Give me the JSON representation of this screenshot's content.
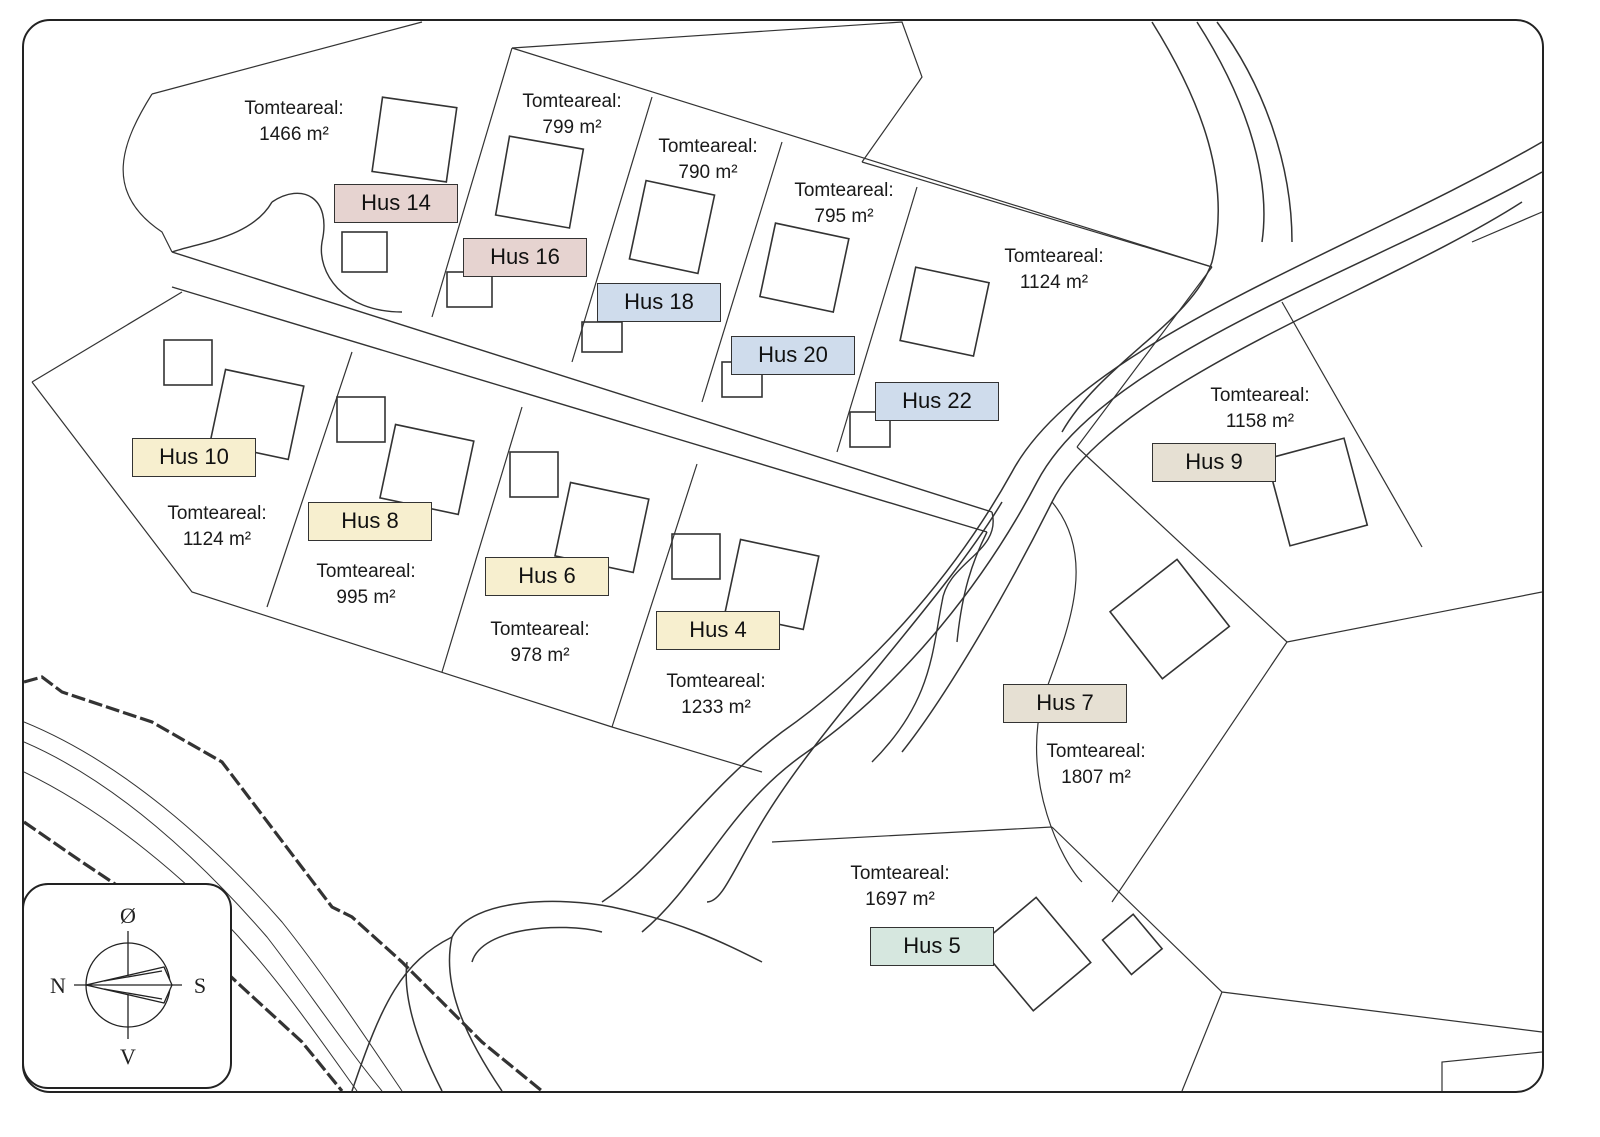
{
  "colors": {
    "pink": "#e6d3d0",
    "blue": "#cfdcec",
    "yellow": "#f7efcf",
    "beige": "#e6e0d3",
    "green": "#d6e7df"
  },
  "plots": [
    {
      "id": "14",
      "label": "Hus 14",
      "color": "pink",
      "area_title": "Tomteareal:",
      "area": "1466 m²"
    },
    {
      "id": "16",
      "label": "Hus 16",
      "color": "pink",
      "area_title": "Tomteareal:",
      "area": "799 m²"
    },
    {
      "id": "18",
      "label": "Hus 18",
      "color": "blue",
      "area_title": "Tomteareal:",
      "area": "790 m²"
    },
    {
      "id": "20",
      "label": "Hus 20",
      "color": "blue",
      "area_title": "Tomteareal:",
      "area": "795 m²"
    },
    {
      "id": "22",
      "label": "Hus 22",
      "color": "blue",
      "area_title": "Tomteareal:",
      "area": "1124 m²"
    },
    {
      "id": "10",
      "label": "Hus 10",
      "color": "yellow",
      "area_title": "Tomteareal:",
      "area": "1124 m²"
    },
    {
      "id": "8",
      "label": "Hus 8",
      "color": "yellow",
      "area_title": "Tomteareal:",
      "area": "995 m²"
    },
    {
      "id": "6",
      "label": "Hus 6",
      "color": "yellow",
      "area_title": "Tomteareal:",
      "area": "978 m²"
    },
    {
      "id": "4",
      "label": "Hus 4",
      "color": "yellow",
      "area_title": "Tomteareal:",
      "area": "1233 m²"
    },
    {
      "id": "9",
      "label": "Hus 9",
      "color": "beige",
      "area_title": "Tomteareal:",
      "area": "1158 m²"
    },
    {
      "id": "7",
      "label": "Hus 7",
      "color": "beige",
      "area_title": "Tomteareal:",
      "area": "1807 m²"
    },
    {
      "id": "5",
      "label": "Hus 5",
      "color": "green",
      "area_title": "Tomteareal:",
      "area": "1697 m²"
    }
  ],
  "compass": {
    "icon": "compass-rose-icon",
    "north": "N",
    "south": "S",
    "east": "Ø",
    "west": "V"
  }
}
